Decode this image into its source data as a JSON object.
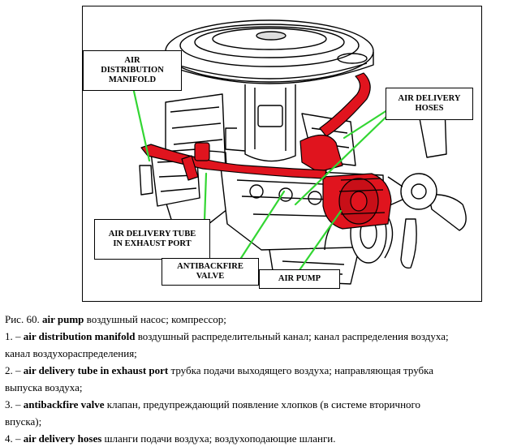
{
  "labels": {
    "manifold": "AIR\nDISTRIBUTION\nMANIFOLD",
    "hoses": "AIR DELIVERY\nHOSES",
    "tube": "AIR DELIVERY TUBE\nIN EXHAUST PORT",
    "valve": "ANTIBACKFIRE\nVALVE",
    "pump": "AIR PUMP"
  },
  "colors": {
    "highlight": "#e0141e",
    "leader": "#33d633",
    "outline": "#000000"
  },
  "caption": {
    "line0": {
      "prefix": "Рис. 60. ",
      "term": "air pump",
      "text": " воздушный насос; компрессор;"
    },
    "line1": {
      "prefix": "1. – ",
      "term": "air distribution manifold",
      "text": " воздушный распределительный канал; канал распределения воздуха;"
    },
    "line1b": "канал воздухораспределения;",
    "line2": {
      "prefix": "2. – ",
      "term": "air delivery tube in exhaust port",
      "text": " трубка подачи выходящего воздуха; направляющая трубка"
    },
    "line2b": "выпуска воздуха;",
    "line3": {
      "prefix": "3. – ",
      "term": "antibackfire valve",
      "text": " клапан, предупреждающий появление хлопков (в системе вторичного"
    },
    "line3b": "впуска);",
    "line4": {
      "prefix": "4. – ",
      "term": "air delivery hoses",
      "text": " шланги подачи воздуха; воздухоподающие шланги."
    }
  }
}
